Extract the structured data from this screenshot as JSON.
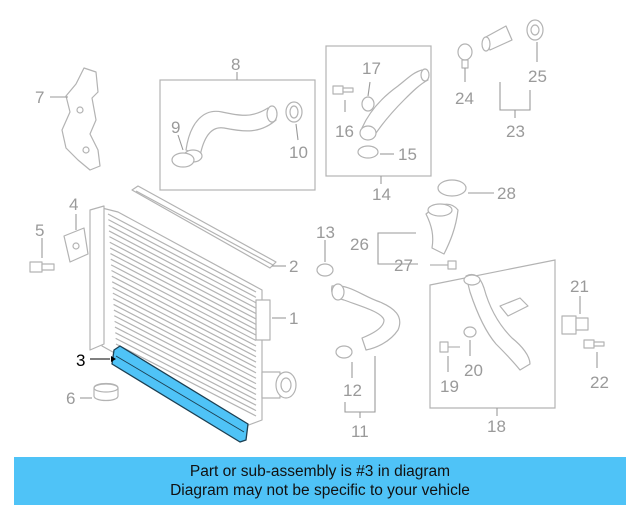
{
  "diagram": {
    "highlight_color": "#4fc3f7",
    "highlighted_part": "3",
    "callouts": [
      "1",
      "2",
      "3",
      "4",
      "5",
      "6",
      "7",
      "8",
      "9",
      "10",
      "11",
      "12",
      "13",
      "14",
      "15",
      "16",
      "17",
      "18",
      "19",
      "20",
      "21",
      "22",
      "23",
      "24",
      "25",
      "26",
      "27",
      "28"
    ]
  },
  "banner": {
    "line1": "Part or sub-assembly is #3 in diagram",
    "line2": "Diagram may not be specific to your vehicle"
  }
}
